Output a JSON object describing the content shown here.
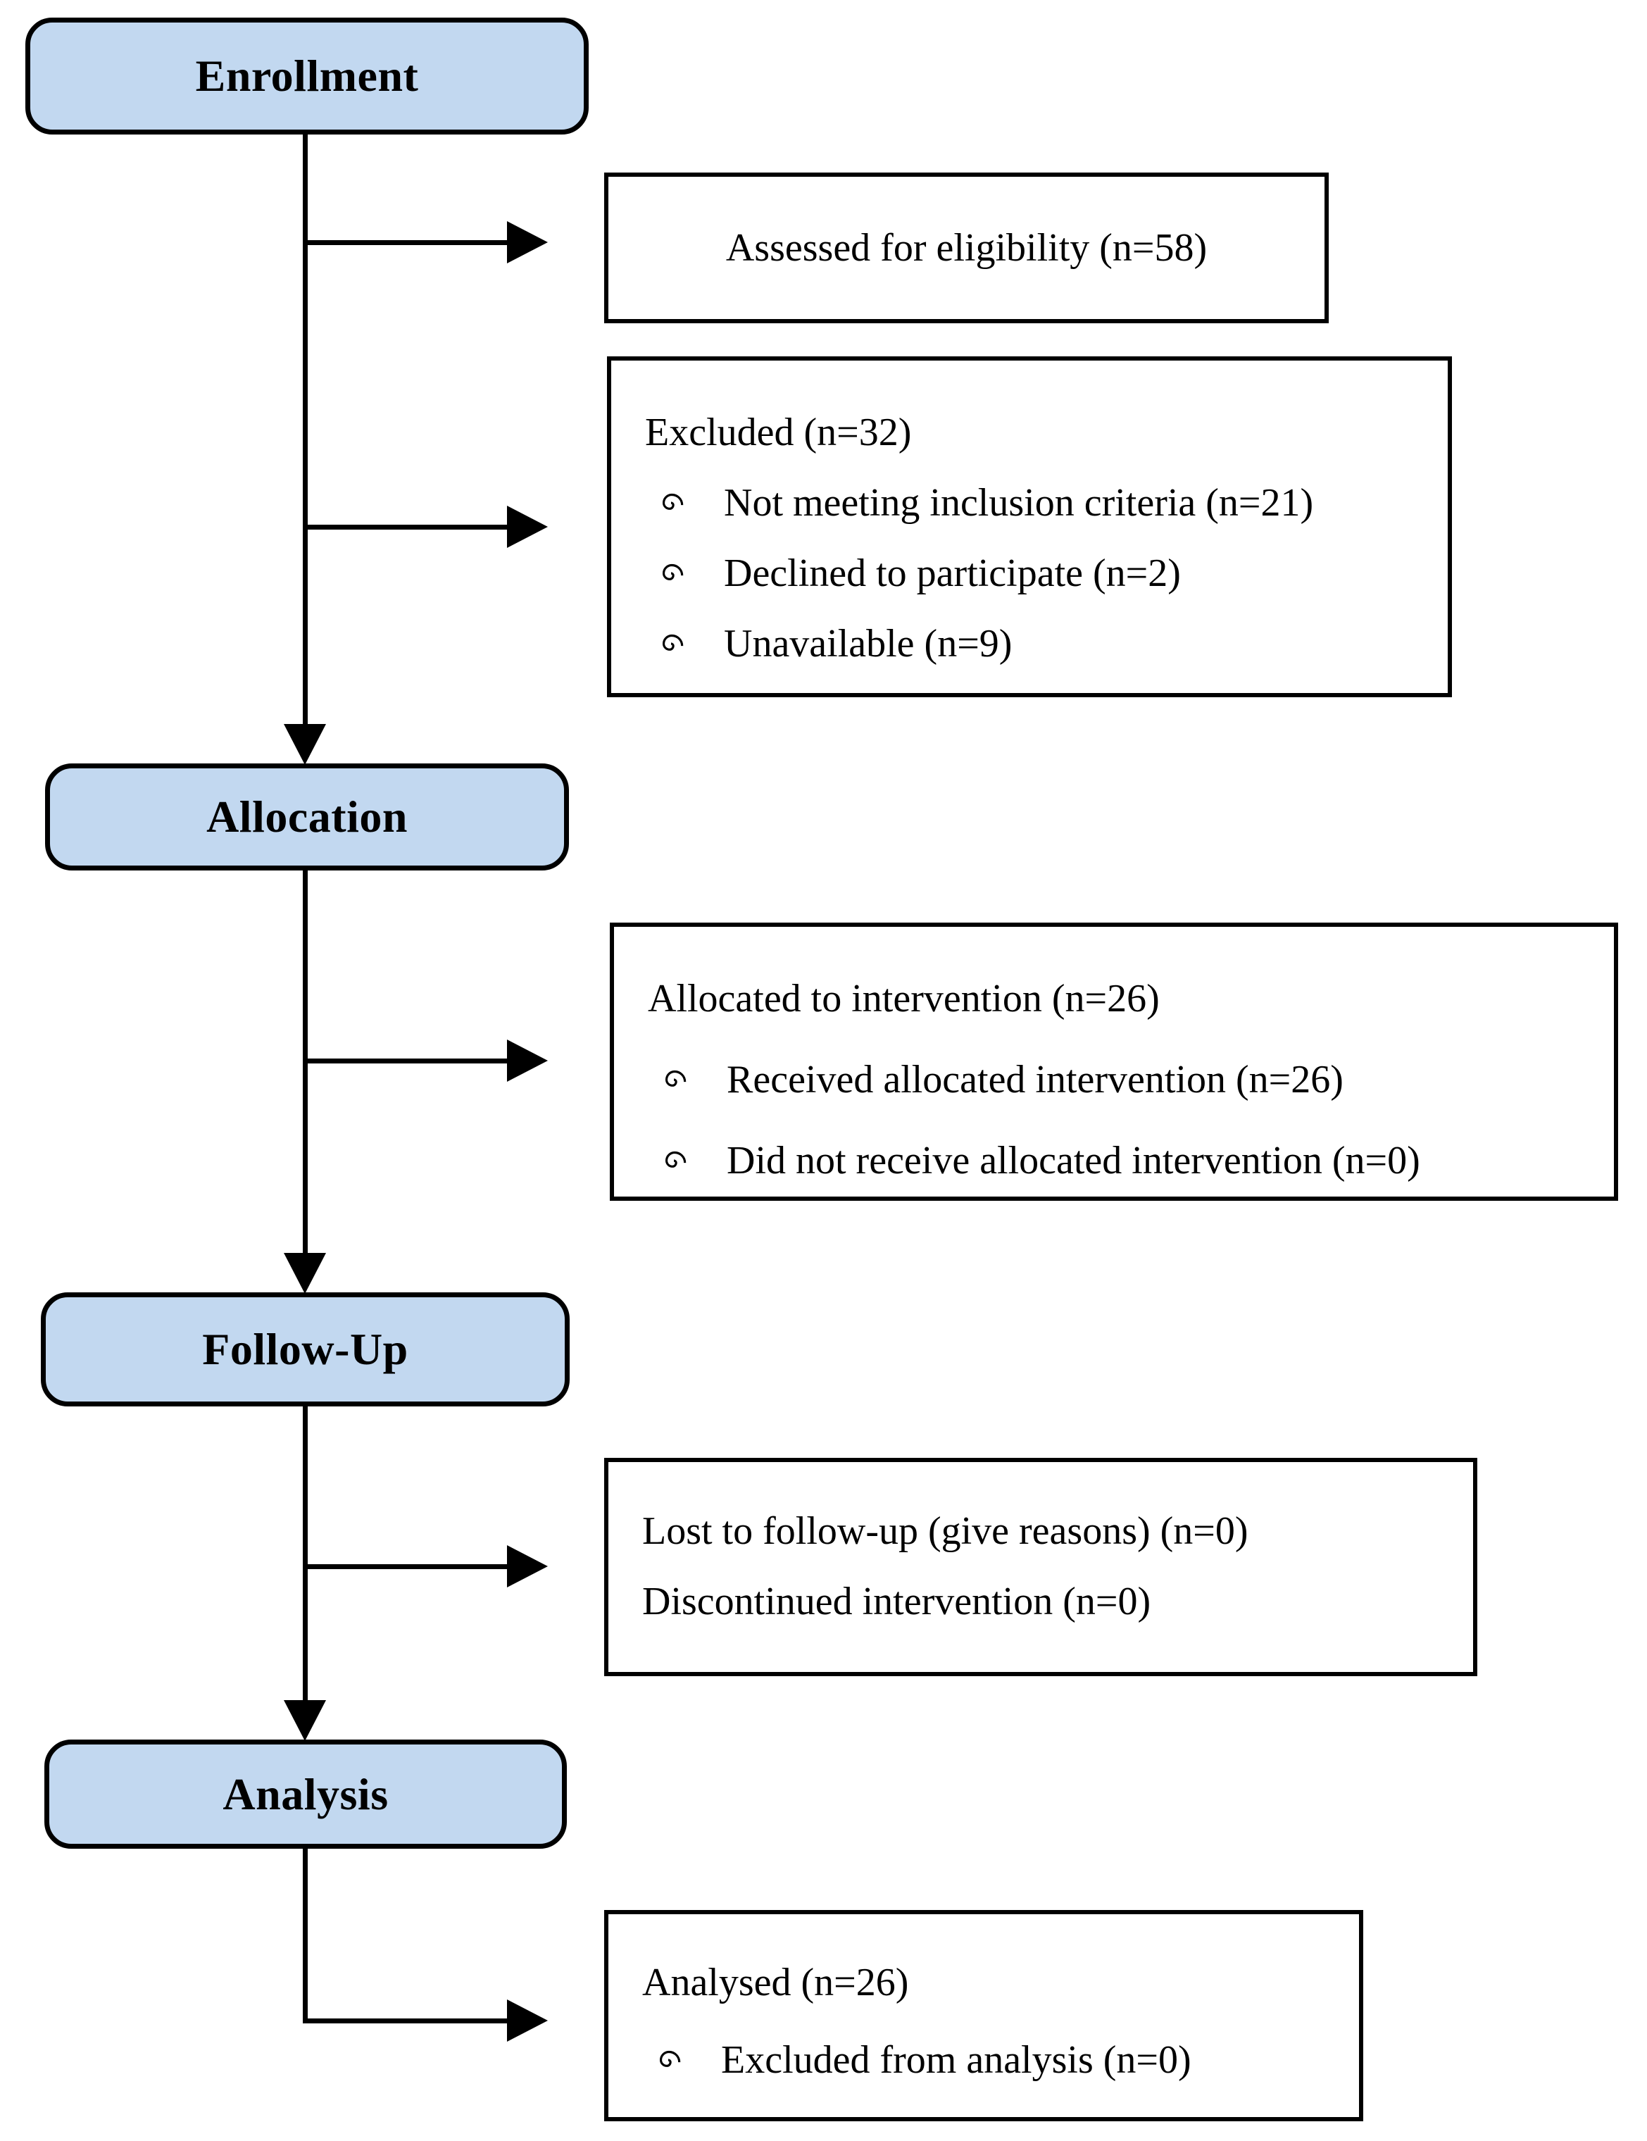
{
  "diagram": {
    "stages": [
      {
        "id": "enrollment",
        "label": "Enrollment"
      },
      {
        "id": "allocation",
        "label": "Allocation"
      },
      {
        "id": "followup",
        "label": "Follow-Up"
      },
      {
        "id": "analysis",
        "label": "Analysis"
      }
    ],
    "boxes": {
      "assessed": {
        "title": "Assessed for eligibility (n=58)"
      },
      "excluded": {
        "title": "Excluded (n=32)",
        "items": [
          "Not meeting inclusion criteria (n=21)",
          "Declined to participate (n=2)",
          "Unavailable (n=9)"
        ]
      },
      "allocated": {
        "title": "Allocated to intervention (n=26)",
        "items": [
          "Received allocated intervention (n=26)",
          "Did not receive allocated intervention (n=0)"
        ]
      },
      "lost": {
        "lines": [
          "Lost to follow-up (give reasons) (n=0)",
          "Discontinued intervention (n=0)"
        ]
      },
      "analysed": {
        "title": "Analysed (n=26)",
        "items": [
          "Excluded from analysis (n=0)"
        ]
      }
    },
    "colors": {
      "stage_fill": "#c2d8f0",
      "stroke": "#000000",
      "background": "#ffffff"
    }
  }
}
